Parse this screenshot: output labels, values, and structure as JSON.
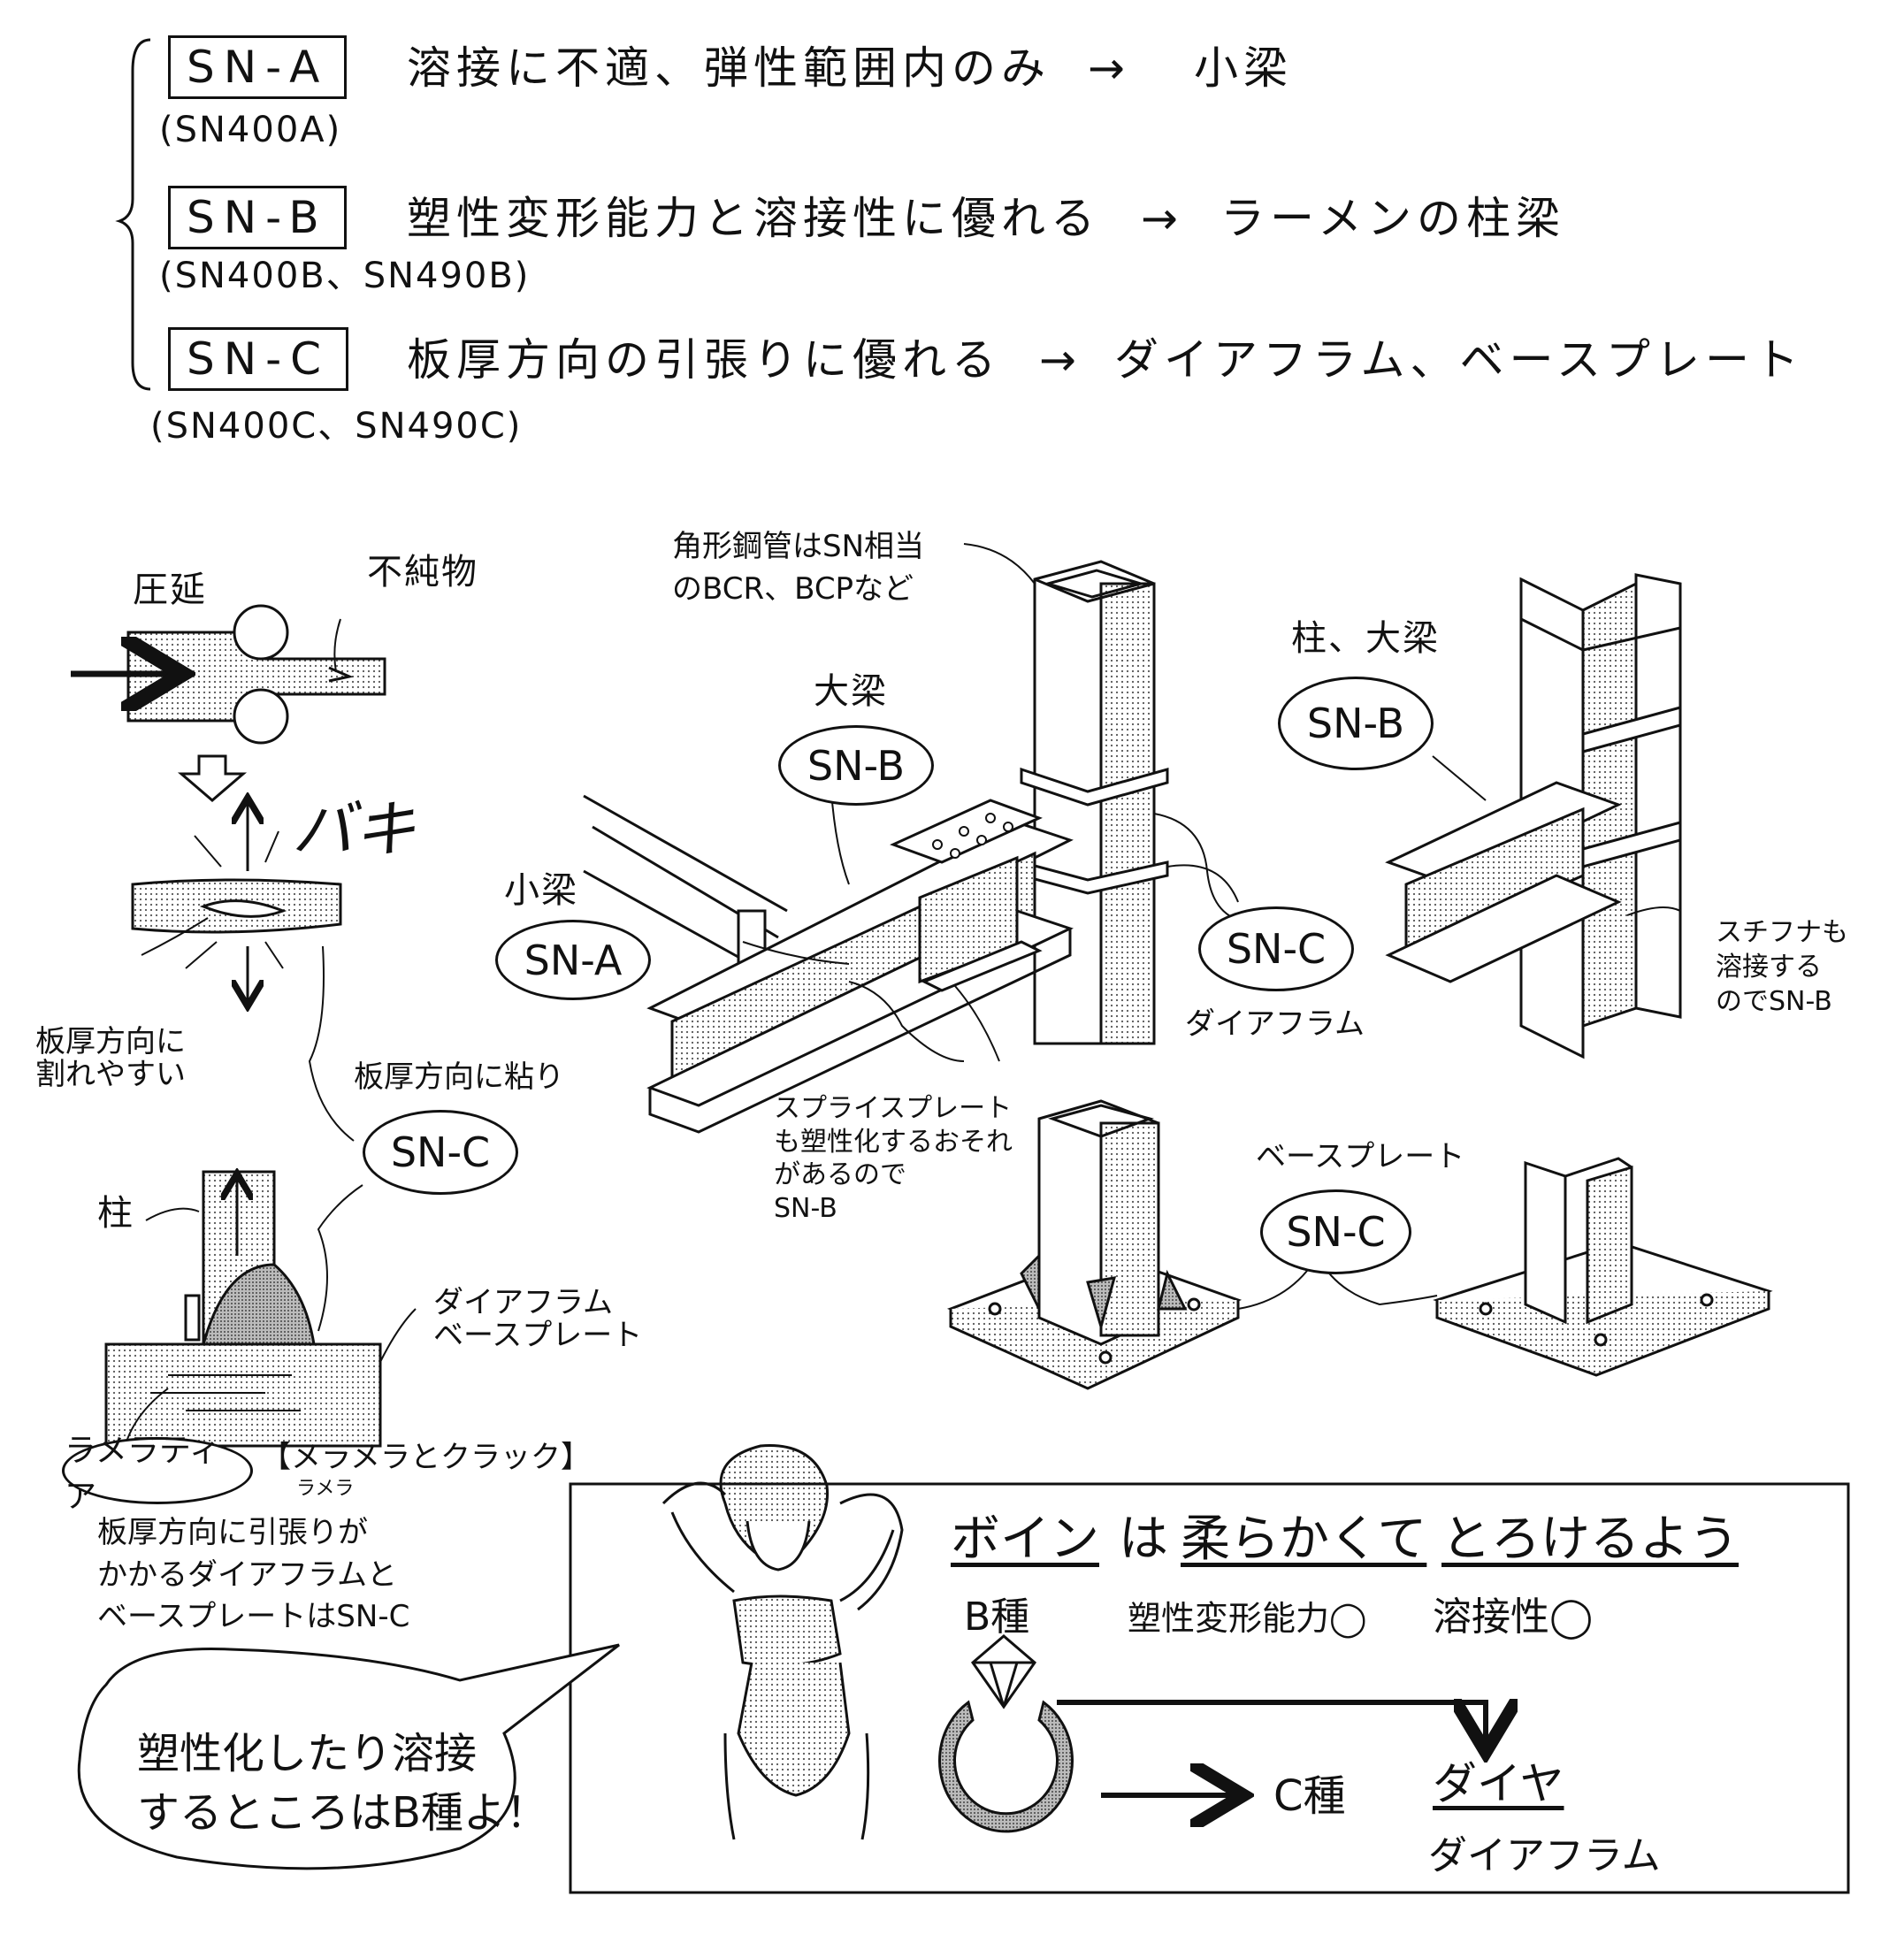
{
  "grades": [
    {
      "code": "SN-A",
      "products": "(SN400A)",
      "description": "溶接に不適、弾性範囲内のみ",
      "arrow": "→",
      "usage": "小梁"
    },
    {
      "code": "SN-B",
      "products": "(SN400B、SN490B)",
      "description": "塑性変形能力と溶接性に優れる",
      "arrow": "→",
      "usage": "ラーメンの柱梁"
    },
    {
      "code": "SN-C",
      "products": "(SN400C、SN490C)",
      "description": "板厚方向の引張りに優れる",
      "arrow": "→",
      "usage": "ダイアフラム、ベースプレート"
    }
  ],
  "rolling": {
    "label_rolling": "圧延",
    "label_impurity": "不純物",
    "label_crack_sound": "バキ",
    "label_weak": "板厚方向に\n割れやすい",
    "label_tough": "板厚方向に粘り",
    "tough_grade": "SN-C",
    "label_column": "柱",
    "label_plates": "ダイアフラム\nベースプレート",
    "lamellar_tag": "ラメラティア",
    "lamellar_note": "【メラメラとクラック】",
    "lamellar_ruby": "ラメラ",
    "summary": "板厚方向に引張りが\nかかるダイアフラムと\nベースプレートはSN-C"
  },
  "joint": {
    "tube_note": "角形鋼管はSN相当\nのBCR、BCPなど",
    "girder_label": "大梁",
    "girder_grade": "SN-B",
    "beam_label": "小梁",
    "beam_grade": "SN-A",
    "diaphragm_grade": "SN-C",
    "diaphragm_label": "ダイアフラム",
    "splice_note": "スプライスプレート\nも塑性化するおそれ\nがあるので\nSN-B"
  },
  "hframe": {
    "label": "柱、大梁",
    "grade": "SN-B",
    "stiffener_note": "スチフナも\n溶接する\nのでSN-B"
  },
  "baseplate": {
    "label": "ベースプレート",
    "grade": "SN-C"
  },
  "speech": "塑性化したり溶接\nするところはB種よ！",
  "mnemonic": {
    "headline_1": "ボイン",
    "headline_2": "は",
    "headline_3": "柔らかくて",
    "headline_4": "とろけるよう",
    "b_type": "B種",
    "plastic": "塑性変形能力◯",
    "weld": "溶接性◯",
    "c_type": "C種",
    "diya": "ダイヤ",
    "diaphragm": "ダイアフラム"
  }
}
